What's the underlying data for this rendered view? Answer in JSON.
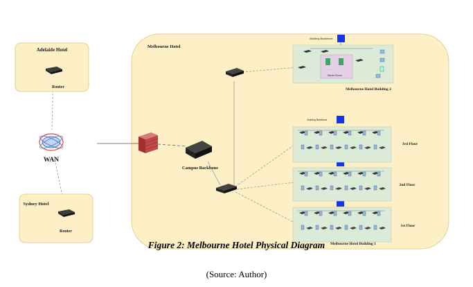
{
  "sites": {
    "adelaide": {
      "title": "Adelaide Hotel",
      "device": "Router"
    },
    "sydney": {
      "title": "Sydney Hotel",
      "device": "Router"
    },
    "wan": "WAN",
    "melbourne": {
      "title": "Melbourne Hotel",
      "campus_backbone": "Campus Backbone",
      "building2": {
        "title": "Melbourne Hotel Building 2",
        "backbone": "Building Backbone",
        "server_room_label": "Server Room"
      },
      "building1": {
        "title": "Melbourne Hotel Building 1",
        "backbone": "Building Backbone",
        "floors": [
          "3rd Floor",
          "2nd Floor",
          "1st Floor"
        ]
      }
    }
  },
  "colors": {
    "site_fill": "#fdf0c6",
    "site_stroke": "#d8c88a",
    "floor_fill": "#dcebd8",
    "switch_blue": "#1536e6",
    "firewall": "#b23a3a"
  },
  "caption": "Figure 2: Melbourne Hotel Physical Diagram",
  "source": "(Source: Author)"
}
